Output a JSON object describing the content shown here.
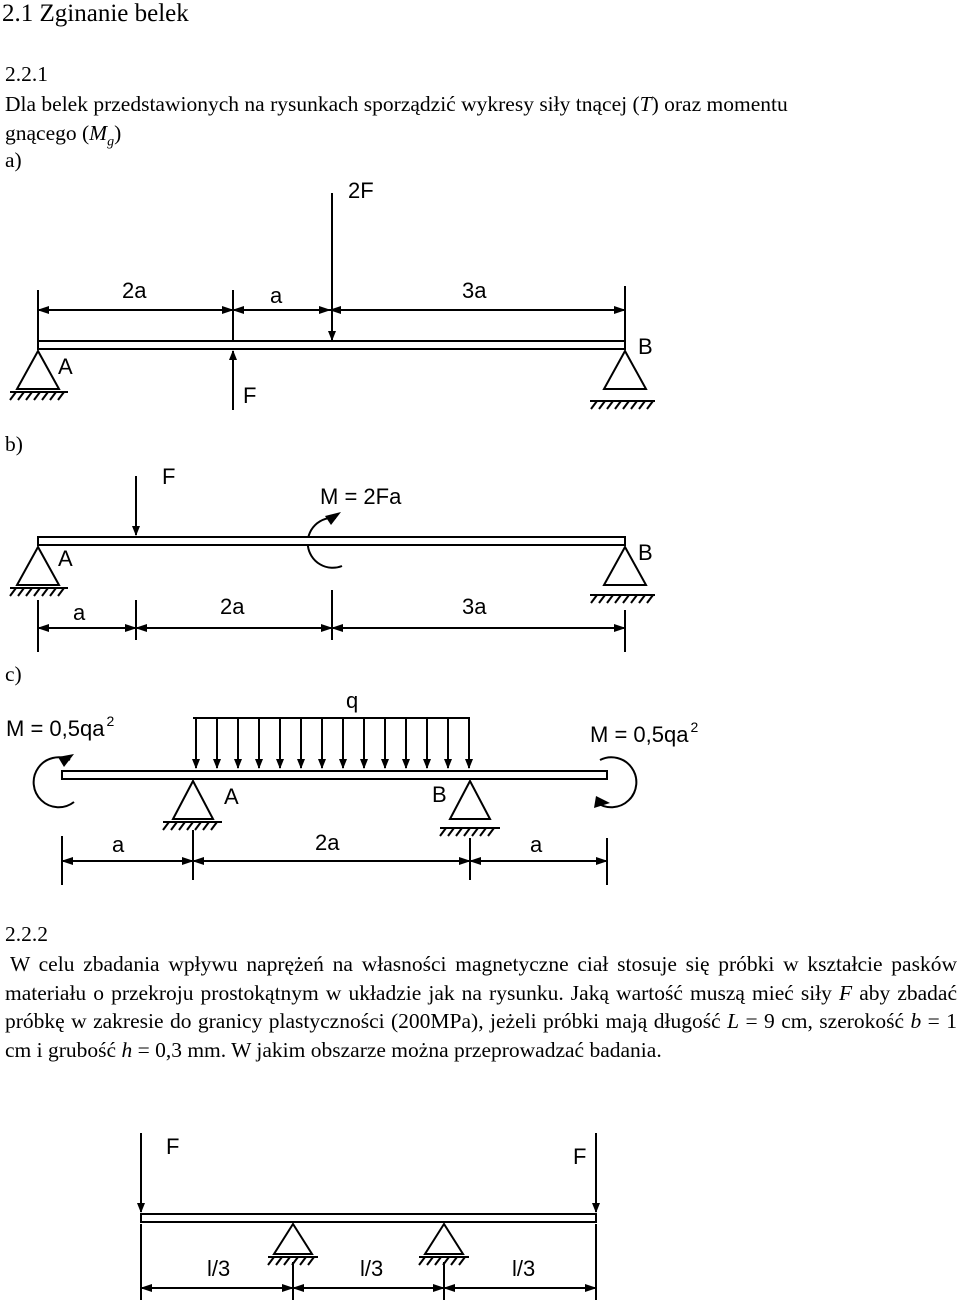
{
  "section": {
    "title": "2.1 Zginanie belek"
  },
  "problem1": {
    "number": "2.2.1",
    "text_main": "Dla belek przedstawionych na rysunkach sporządzić wykresy siły tnącej (",
    "text_T": "T",
    "text_mid": ") oraz momentu gnącego (",
    "text_M": "M",
    "text_sub": "g",
    "text_end": ")"
  },
  "figure_a": {
    "label": "a)",
    "force_top": "2F",
    "dim_1": "2a",
    "dim_2": "a",
    "dim_3": "3a",
    "support_left": "A",
    "support_right": "B",
    "force_below": "F"
  },
  "figure_b": {
    "label": "b)",
    "force": "F",
    "moment": "M = 2Fa",
    "support_left": "A",
    "support_right": "B",
    "dim_1": "a",
    "dim_2": "2a",
    "dim_3": "3a"
  },
  "figure_c": {
    "label": "c)",
    "moment_left": "M = 0,5qa",
    "moment_left_exp": "2",
    "load": "q",
    "moment_right": "M = 0,5qa",
    "moment_right_exp": "2",
    "support_left": "A",
    "support_right": "B",
    "dim_1": "a",
    "dim_2": "2a",
    "dim_3": "a"
  },
  "problem2": {
    "number": "2.2.2",
    "t1": "W celu zbadania wpływu naprężeń na własności magnetyczne ciał stosuje się próbki w kształcie pasków materiału o przekroju prostokątnym w układzie jak na rysunku. Jaką wartość muszą mieć siły ",
    "F": "F",
    "t2": " aby zbadać próbkę w zakresie do granicy plastyczności (200MPa), jeżeli próbki mają długość ",
    "L": "L",
    "t3": " = 9 cm, szerokość ",
    "b": "b",
    "t4": " = 1 cm i grubość ",
    "h": "h",
    "t5": " = 0,3 mm. W jakim obszarze można przeprowadzać badania."
  },
  "figure_d": {
    "force_left": "F",
    "force_right": "F",
    "dim_1": "l/3",
    "dim_2": "l/3",
    "dim_3": "l/3"
  }
}
